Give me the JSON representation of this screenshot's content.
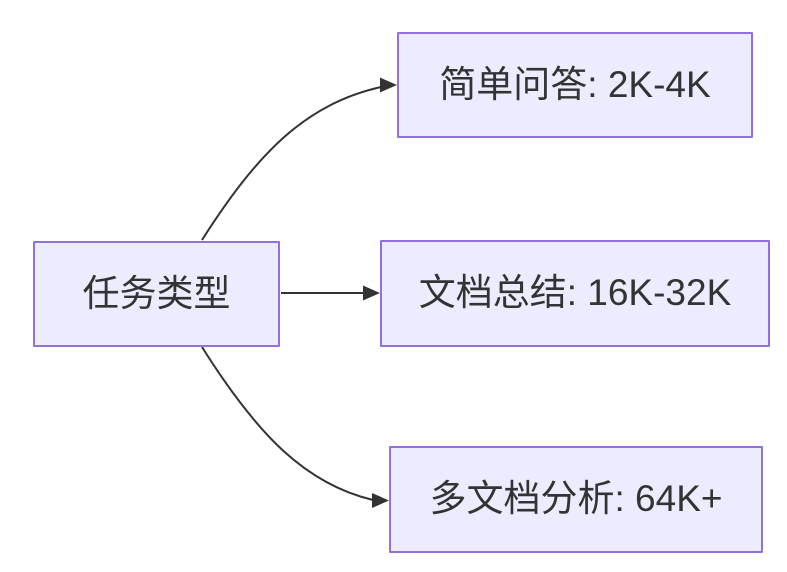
{
  "diagram": {
    "type": "flowchart-left-to-right",
    "root": {
      "label": "任务类型"
    },
    "branches": [
      {
        "label": "简单问答: 2K-4K"
      },
      {
        "label": "文档总结: 16K-32K"
      },
      {
        "label": "多文档分析: 64K+"
      }
    ],
    "colors": {
      "node_fill": "#ECECFF",
      "node_border": "#9370DB",
      "edge": "#333333",
      "text": "#333333",
      "background": "#FFFFFF"
    }
  }
}
